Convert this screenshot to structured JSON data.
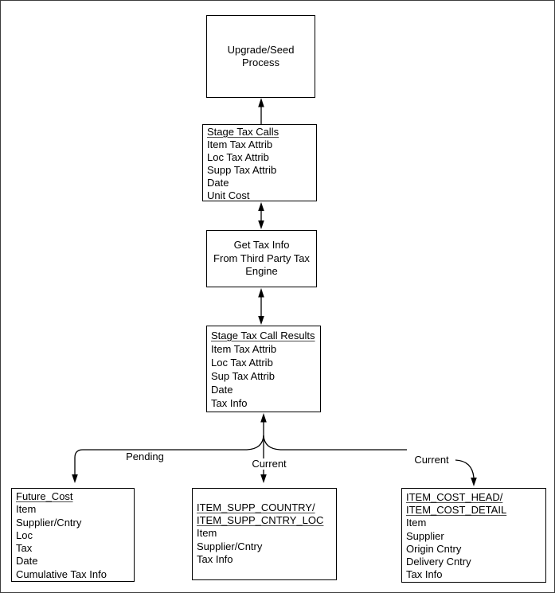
{
  "boxes": {
    "upgrade_seed": {
      "lines": [
        "Upgrade/Seed",
        "Process"
      ]
    },
    "stage_tax_calls": {
      "title": "Stage Tax Calls",
      "rows": [
        "Item Tax Attrib",
        "Loc Tax Attrib",
        "Supp Tax Attrib",
        "Date",
        "Unit Cost"
      ]
    },
    "get_tax_info": {
      "lines": [
        "Get Tax Info",
        "From Third Party Tax",
        "Engine"
      ]
    },
    "stage_tax_call_results": {
      "title": "Stage Tax Call Results",
      "rows": [
        "Item Tax Attrib",
        "Loc Tax Attrib",
        "Sup Tax Attrib",
        "Date",
        "Tax Info"
      ]
    },
    "future_cost": {
      "title": "Future_Cost",
      "rows": [
        "Item",
        "Supplier/Cntry",
        "Loc",
        "Tax",
        "Date",
        "Cumulative Tax Info"
      ]
    },
    "item_supp_country": {
      "title_lines": [
        "ITEM_SUPP_COUNTRY/",
        "ITEM_SUPP_CNTRY_LOC"
      ],
      "rows": [
        "Item",
        "Supplier/Cntry",
        "Tax Info"
      ]
    },
    "item_cost": {
      "title_lines": [
        "ITEM_COST_HEAD/",
        "ITEM_COST_DETAIL"
      ],
      "rows": [
        "Item",
        "Supplier",
        "Origin Cntry",
        "Delivery Cntry",
        "Tax Info"
      ]
    }
  },
  "edge_labels": {
    "pending": "Pending",
    "current_middle": "Current",
    "current_right": "Current"
  },
  "colors": {
    "ink": "#000000",
    "background": "#ffffff",
    "frame": "#3c3c3c"
  }
}
